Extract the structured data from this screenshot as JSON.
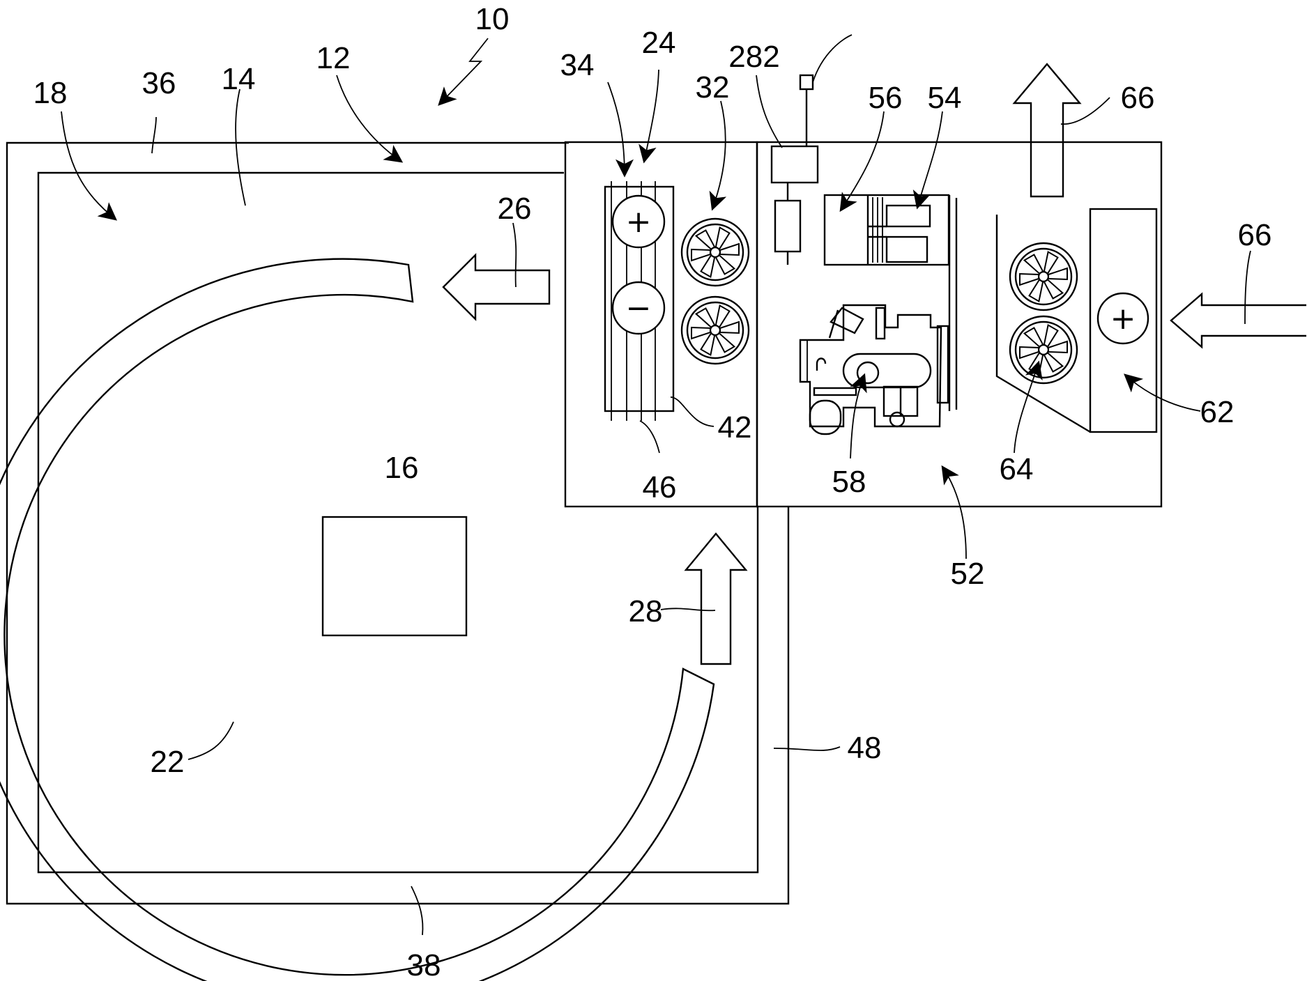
{
  "figure": {
    "labels": {
      "l10": "10",
      "l12": "12",
      "l14": "14",
      "l16": "16",
      "l18": "18",
      "l22": "22",
      "l24": "24",
      "l26": "26",
      "l28": "28",
      "l32": "32",
      "l34": "34",
      "l36": "36",
      "l38": "38",
      "l42": "42",
      "l46": "46",
      "l48": "48",
      "l52": "52",
      "l54": "54",
      "l56": "56",
      "l58": "58",
      "l62": "62",
      "l64": "64",
      "l66_top": "66",
      "l66_right": "66",
      "l282": "282"
    },
    "symbols": {
      "plus": "+",
      "minus": "−"
    }
  }
}
